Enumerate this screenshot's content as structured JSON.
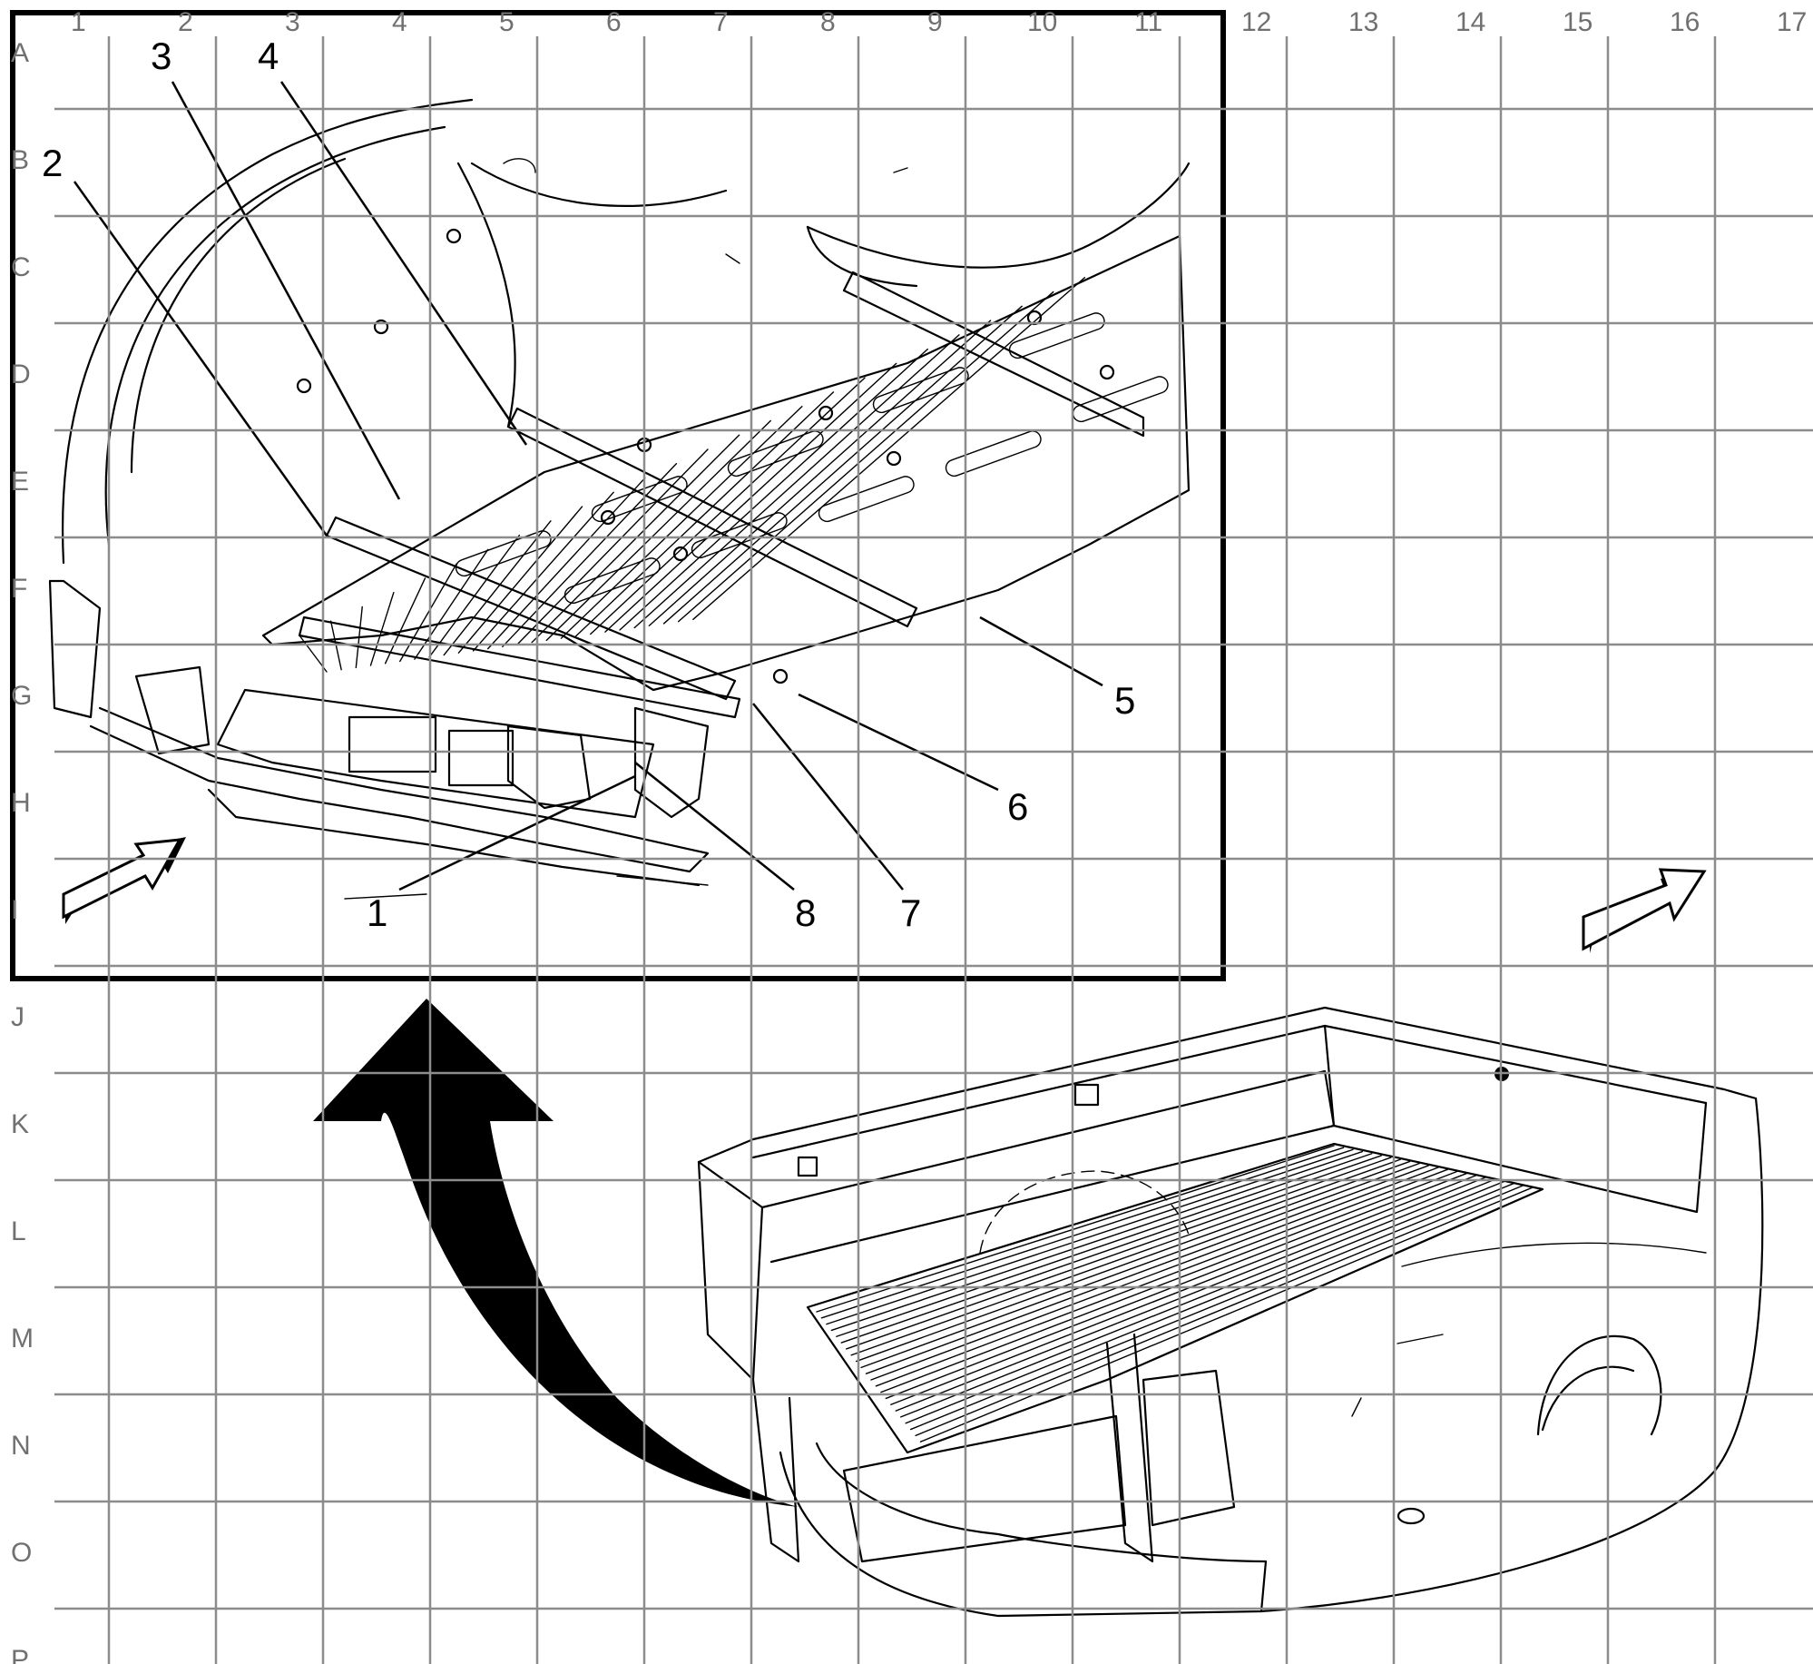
{
  "grid": {
    "columns": [
      "1",
      "2",
      "3",
      "4",
      "5",
      "6",
      "7",
      "8",
      "9",
      "10",
      "11",
      "12",
      "13",
      "14",
      "15",
      "16",
      "17"
    ],
    "rows": [
      "A",
      "B",
      "C",
      "D",
      "E",
      "F",
      "G",
      "H",
      "I",
      "J",
      "K",
      "L",
      "M",
      "N",
      "O",
      "P"
    ]
  },
  "callouts": [
    "1",
    "2",
    "3",
    "4",
    "5",
    "6",
    "7",
    "8"
  ],
  "colors": {
    "ink": "#000000",
    "grid": "#8c8c8c",
    "grid_label": "#707070",
    "background": "#ffffff"
  }
}
